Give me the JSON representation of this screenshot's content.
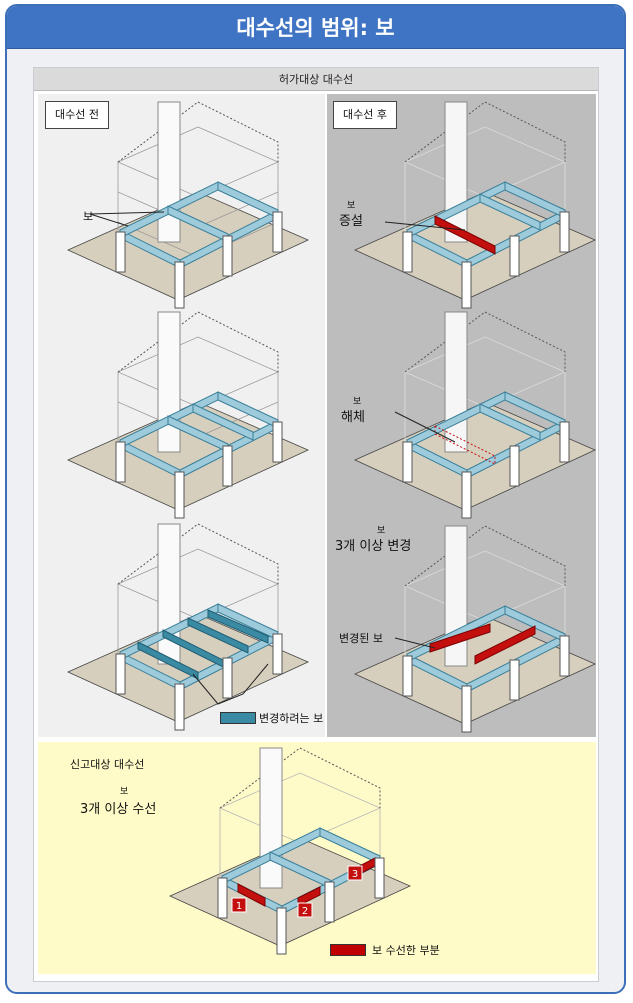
{
  "header": {
    "title": "대수선의 범위: 보"
  },
  "permit": {
    "title": "허가대상 대수선"
  },
  "before": {
    "tag": "대수선 전",
    "beam_label": "보"
  },
  "after": {
    "tag": "대수선 후",
    "add_small": "보",
    "add_big": "증설",
    "remove_small": "보",
    "remove_big": "해체",
    "change_small": "보",
    "change_big": "3개 이상 변경",
    "changed_label": "변경된 보"
  },
  "legend_change": {
    "label": "변경하려는 보",
    "color": "#3b8aa3"
  },
  "report": {
    "title": "신고대상 대수선",
    "small": "보",
    "big": "3개 이상 수선",
    "markers": [
      "1",
      "2",
      "3"
    ],
    "legend_label": "보 수선한 부분",
    "legend_color": "#c00000"
  },
  "colors": {
    "beam": "#9ecbdb",
    "beam_stroke": "#3a7f99",
    "ground": "#d7cfbd",
    "red": "#c40f0f"
  }
}
